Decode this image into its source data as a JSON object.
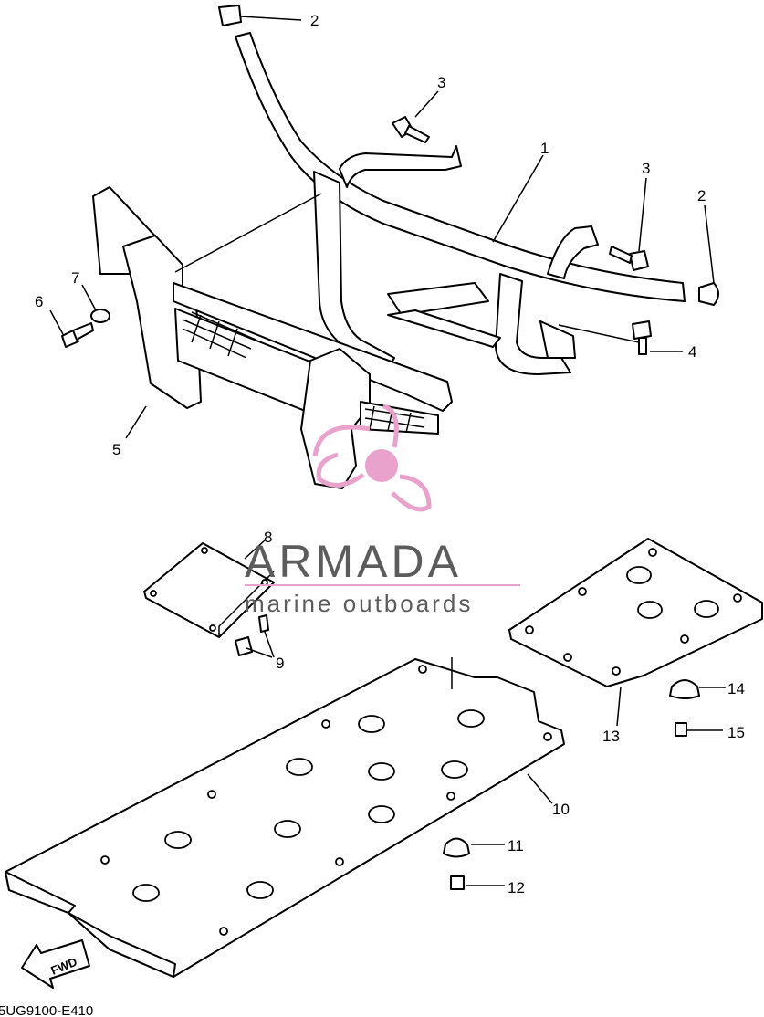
{
  "callouts": [
    {
      "id": "c2a",
      "text": "2"
    },
    {
      "id": "c3a",
      "text": "3"
    },
    {
      "id": "c1",
      "text": "1"
    },
    {
      "id": "c3b",
      "text": "3"
    },
    {
      "id": "c2b",
      "text": "2"
    },
    {
      "id": "c7",
      "text": "7"
    },
    {
      "id": "c6",
      "text": "6"
    },
    {
      "id": "c4",
      "text": "4"
    },
    {
      "id": "c5",
      "text": "5"
    },
    {
      "id": "c8",
      "text": "8"
    },
    {
      "id": "c9",
      "text": "9"
    },
    {
      "id": "c14",
      "text": "14"
    },
    {
      "id": "c13",
      "text": "13"
    },
    {
      "id": "c15",
      "text": "15"
    },
    {
      "id": "c10",
      "text": "10"
    },
    {
      "id": "c11",
      "text": "11"
    },
    {
      "id": "c12",
      "text": "12"
    }
  ],
  "diagram_code": "5UG9100-E410",
  "fwd_arrow_label": "FWD",
  "watermark": {
    "title": "ARMADA",
    "subtitle": "marine outboards",
    "logo_color": "#e8a2cc",
    "text_color": "#5c5c5c"
  }
}
